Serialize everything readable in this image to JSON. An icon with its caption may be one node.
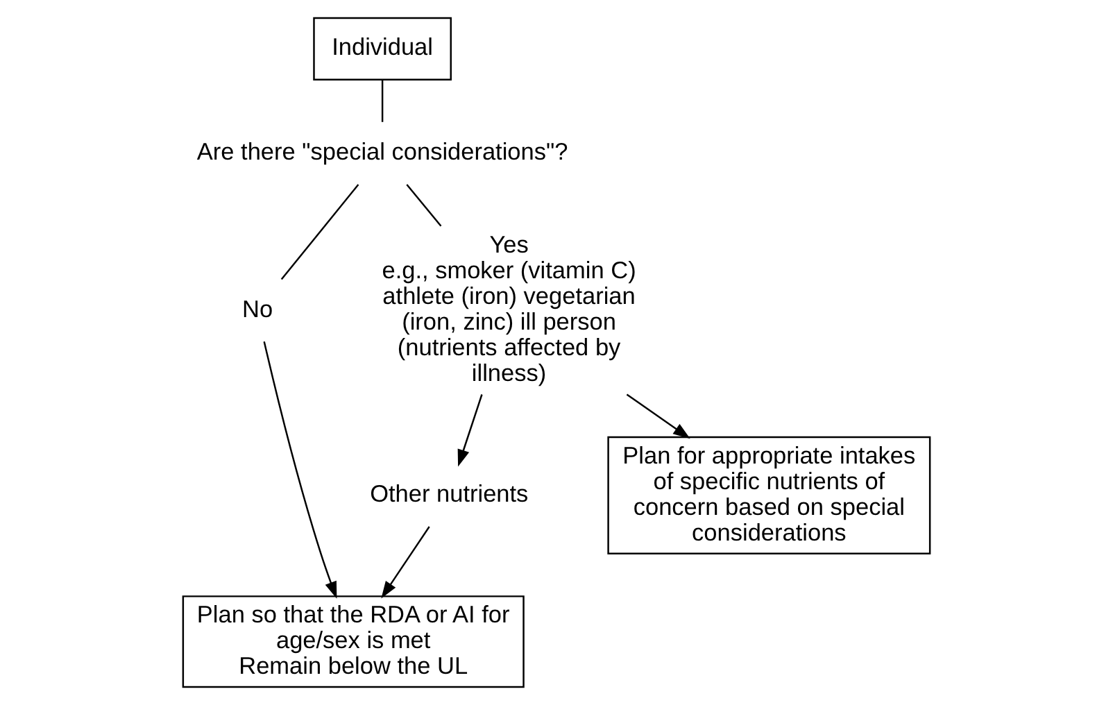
{
  "diagram": {
    "nodes": [
      {
        "text": [
          "Individual"
        ]
      },
      {
        "text": [
          "Are there \"special considerations\"?"
        ]
      },
      {
        "text": [
          "No"
        ]
      },
      {
        "text": [
          "Yes",
          "e.g., smoker (vitamin C) athlete (iron) vegetarian (iron, zinc) ill person (nutrients affected by illness)"
        ]
      },
      {
        "text": [
          "Plan so that the RDA or AI for age/sex is met",
          "Remain below the UL"
        ]
      },
      {
        "text": [
          "Other nutrients"
        ]
      },
      {
        "text": [
          "Plan for appropriate intakes of specific nutrients of concern based on special considerations"
        ]
      }
    ],
    "edges": [
      {
        "from": 0,
        "to": 1,
        "arrow": "none"
      },
      {
        "from": 1,
        "to": 2,
        "arrow": "none"
      },
      {
        "from": 1,
        "to": 3,
        "arrow": "none"
      },
      {
        "from": 2,
        "to": 4,
        "arrow": "to"
      },
      {
        "from": 3,
        "to": 5,
        "arrow": "to"
      },
      {
        "from": 3,
        "to": 6,
        "arrow": "to"
      },
      {
        "from": 5,
        "to": 4,
        "arrow": "to"
      }
    ]
  }
}
